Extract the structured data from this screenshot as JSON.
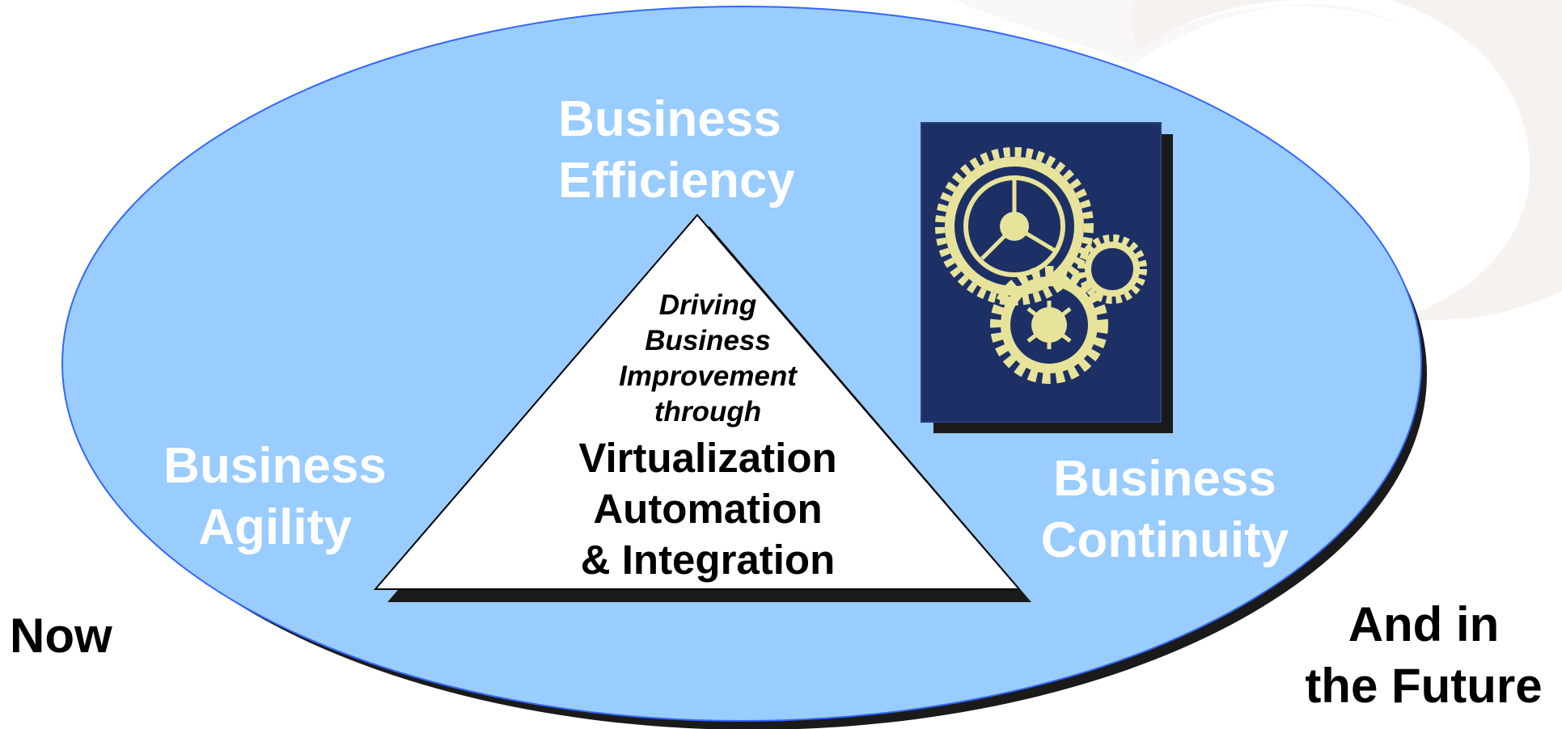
{
  "diagram": {
    "efficiency": {
      "line1": "Business",
      "line2": "Efficiency"
    },
    "agility": {
      "line1": "Business",
      "line2": "Agility"
    },
    "continuity": {
      "line1": "Business",
      "line2": "Continuity"
    },
    "triangle": {
      "intro": [
        "Driving",
        "Business",
        "Improvement",
        "through"
      ],
      "main": [
        "Virtualization",
        "Automation",
        "& Integration"
      ]
    },
    "now_label": "Now",
    "future_label": {
      "line1": "And in",
      "line2": "the Future"
    }
  },
  "image": {
    "icon": "gears-icon"
  },
  "colors": {
    "ellipse_fill": "#99CCFF",
    "ellipse_stroke": "#3366FF",
    "shadow": "#1a1a1a",
    "gears_background": "#1C3066",
    "gears": "#E8E39A",
    "background_swirl": "#F5F2F0"
  }
}
